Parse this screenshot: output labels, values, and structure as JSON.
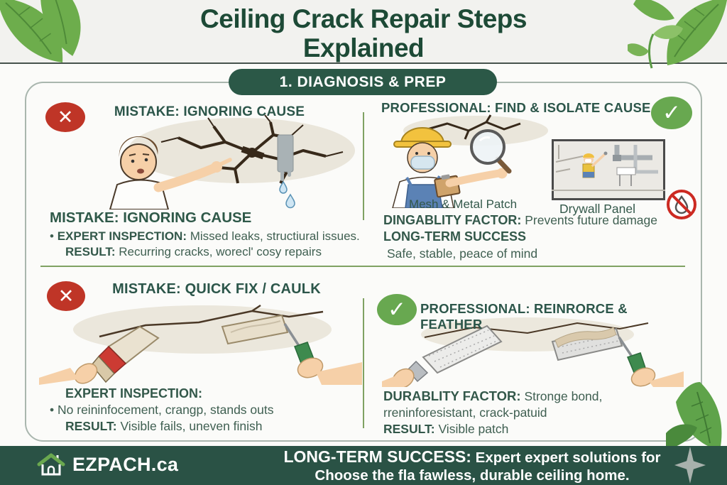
{
  "colors": {
    "accent_green": "#2b5847",
    "heading_green": "#2c564a",
    "body_text_green": "#3f5f51",
    "mistake_red": "#bf3527",
    "success_green": "#68a850",
    "leaf_green": "#6dad4c",
    "footer_bg": "#2a5245"
  },
  "icons": {
    "mistake_mark": "✕",
    "success_mark": "✓"
  },
  "header": {
    "title_line1": "Ceiling Crack Repair Steps",
    "title_line2": "Explained"
  },
  "section_banner": "1. DIAGNOSIS & PREP",
  "panels": {
    "top_left": {
      "heading": "MISTAKE: IGNORING CAUSE",
      "subheading": "MISTAKE: IGNORING CAUSE",
      "bullet": "•",
      "line1_label": "EXPERT INSPECTION:",
      "line1_text": " Missed leaks, structiural issues.",
      "line2_label": "RESULT:",
      "line2_text": " Recurring cracks, worecl' cosy repairs"
    },
    "top_right": {
      "heading": "PROFESSIONAL: FIND & ISOLATE CAUSE",
      "caption_mesh": "Mesh & Metal Patch",
      "caption_drywall": "Drywall Panel",
      "line1_label": "DINGABLITY FACTOR:",
      "line1_text": " Prevents future damage",
      "line2": "LONG-TERM SUCCESS",
      "line3": "Safe, stable, peace of mind"
    },
    "bottom_left": {
      "heading": "MISTAKE: QUICK FIX / CAULK",
      "subheading": "EXPERT INSPECTION:",
      "bullet": "•",
      "line1_text": "No reininfocement, crangp, stands outs",
      "line2_label": "RESULT:",
      "line2_text": " Visible fails, uneven finish"
    },
    "bottom_right": {
      "heading": "PROFESSIONAL: REINRORCE & FEATHER",
      "line1_label": "DURABLITY FACTOR:",
      "line1_text": " Stronge bond,",
      "line2": "rreninforesistant, crack-patuid",
      "line3_label": "RESULT:",
      "line3_text": " Visible patch"
    }
  },
  "footer": {
    "brand": "EZPACH.ca",
    "tagline_label": "LONG-TERM SUCCESS:",
    "tagline_text": " Expert expert solutions for",
    "tagline_line2": "Choose the fla fawless, durable ceiling home."
  }
}
